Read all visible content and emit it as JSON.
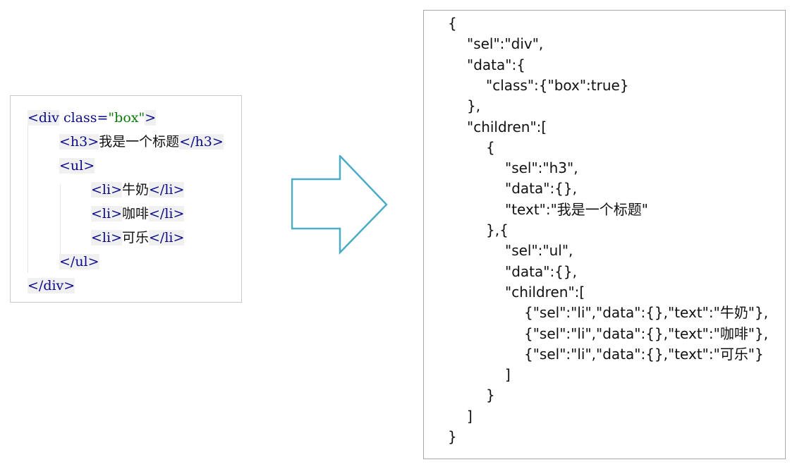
{
  "html_code": {
    "div_open_tag": "<div",
    "div_class_attr": " class=",
    "div_class_value": "\"box\"",
    "div_open_close": ">",
    "h3_open": "<h3>",
    "h3_text": "我是一个标题",
    "h3_close": "</h3>",
    "ul_open": "<ul>",
    "li_open": "<li>",
    "li_close": "</li>",
    "li_items": [
      "牛奶",
      "咖啡",
      "可乐"
    ],
    "ul_close": "</ul>",
    "div_close": "</div>"
  },
  "arrow": {
    "stroke_color": "#4bacc6",
    "fill_color": "#ffffff"
  },
  "json_code": {
    "lines": [
      "{",
      "\"sel\":\"div\",",
      "\"data\":{",
      "\"class\":{\"box\":true}",
      "},",
      "\"children\":[",
      "{",
      "\"sel\":\"h3\",",
      "\"data\":{},",
      "\"text\":\"我是一个标题\"",
      "},{",
      "\"sel\":\"ul\",",
      "\"data\":{},",
      "\"children\":[",
      "{\"sel\":\"li\",\"data\":{},\"text\":\"牛奶\"},",
      "{\"sel\":\"li\",\"data\":{},\"text\":\"咖啡\"},",
      "{\"sel\":\"li\",\"data\":{},\"text\":\"可乐\"}",
      "]",
      "}",
      "]",
      "}"
    ]
  }
}
